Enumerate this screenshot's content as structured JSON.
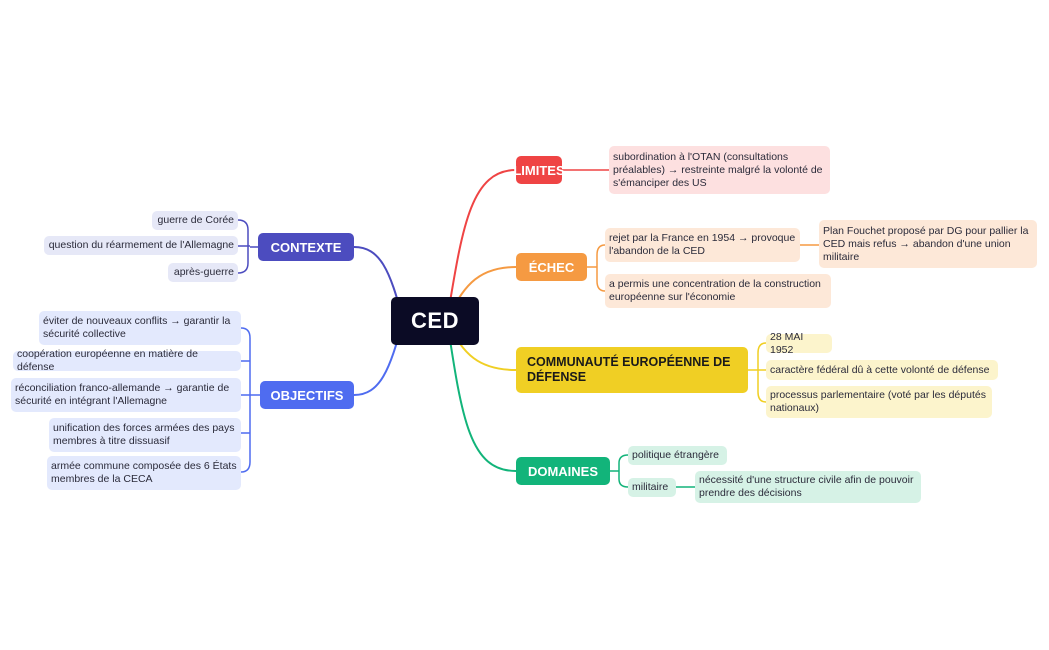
{
  "central": {
    "label": "CED"
  },
  "branches": {
    "contexte": {
      "label": "CONTEXTE",
      "color": "#4c4cbf",
      "items": [
        "guerre de Corée",
        "question du réarmement de l'Allemagne",
        "après-guerre"
      ]
    },
    "objectifs": {
      "label": "OBJECTIFS",
      "color": "#4f6cf0",
      "items": [
        "éviter de nouveaux conflits → garantir la sécurité collective",
        "coopération européenne en matière de défense",
        "réconciliation franco-allemande → garantie de sécurité en intégrant l'Allemagne",
        "unification des forces armées des pays membres à titre dissuasif",
        "armée commune composée des 6 États membres de la CECA"
      ]
    },
    "limites": {
      "label": "LIMITES",
      "color": "#ef4444",
      "items": [
        "subordination à l'OTAN (consultations préalables) → restreinte malgré la volonté de s'émanciper des US"
      ]
    },
    "echec": {
      "label": "ÉCHEC",
      "color": "#f59a42",
      "items": [
        "rejet par la France en 1954 → provoque l'abandon de la CED",
        "a permis une concentration de la construction européenne sur l'économie"
      ],
      "sub_item": "Plan Fouchet proposé par DG pour pallier la CED mais refus → abandon d'une union militaire"
    },
    "communaute": {
      "label": "COMMUNAUTÉ EUROPÉENNE DE DÉFENSE",
      "color": "#f0cf24",
      "items": [
        "28 MAI 1952",
        "caractère fédéral dû à cette volonté de défense",
        "processus parlementaire (voté par les députés nationaux)"
      ]
    },
    "domaines": {
      "label": "DOMAINES",
      "color": "#12b47a",
      "items": [
        "politique étrangère",
        "militaire"
      ],
      "sub_item": "nécessité d'une structure civile afin de pouvoir prendre des décisions"
    }
  },
  "colors": {
    "central_bg": "#0b0b25",
    "contexte_leaf": "#e6e8f7",
    "objectifs_leaf": "#e3e9fd",
    "limites_leaf": "#fde0e0",
    "echec_leaf": "#fde8d8",
    "communaute_leaf": "#fcf4cc",
    "domaines_leaf": "#d6f2e6"
  }
}
